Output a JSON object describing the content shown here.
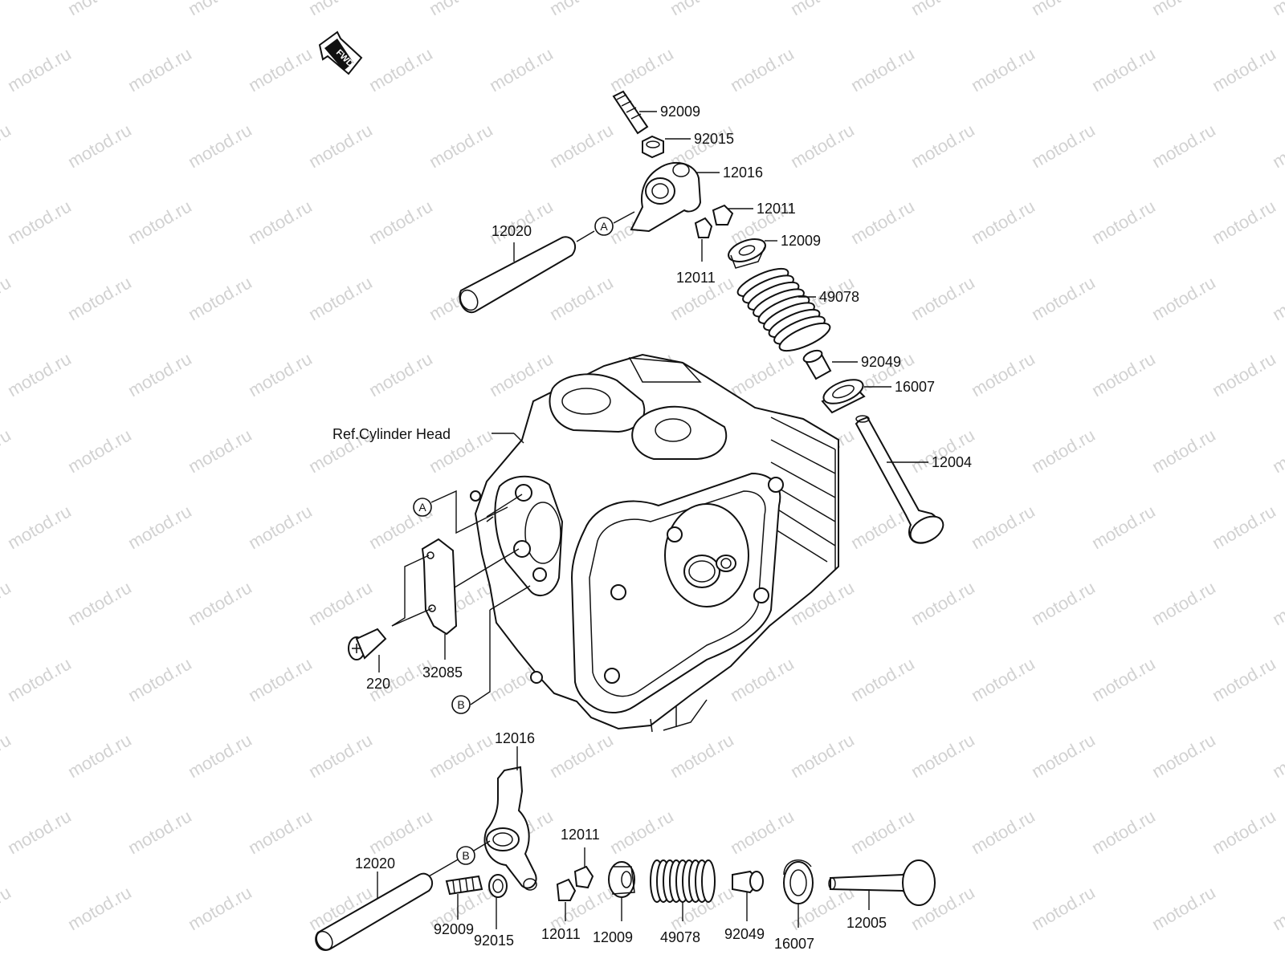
{
  "watermark": "motod.ru",
  "direction_label": "FWD",
  "reference_label": "Ref.Cylinder Head",
  "callouts": {
    "a": "A",
    "b": "B"
  },
  "part_numbers": {
    "upper_adjusting_screw": "92009",
    "upper_locknut": "92015",
    "upper_rocker_arm": "12016",
    "upper_rocker_shaft": "12020",
    "upper_cotter_right": "12011",
    "upper_cotter_left": "12011",
    "upper_spring_retainer": "12009",
    "upper_valve_spring": "49078",
    "upper_stem_seal": "92049",
    "upper_spring_seat": "16007",
    "upper_valve": "12004",
    "lower_rocker_arm": "12016",
    "lower_rocker_shaft": "12020",
    "lower_cotter_top": "12011",
    "lower_adjusting_screw": "92009",
    "lower_locknut": "92015",
    "lower_cotter_bottom": "12011",
    "lower_spring_retainer": "12009",
    "lower_valve_spring": "49078",
    "lower_stem_seal": "92049",
    "lower_spring_seat": "16007",
    "lower_valve": "12005",
    "bolt": "220",
    "plate": "32085"
  }
}
